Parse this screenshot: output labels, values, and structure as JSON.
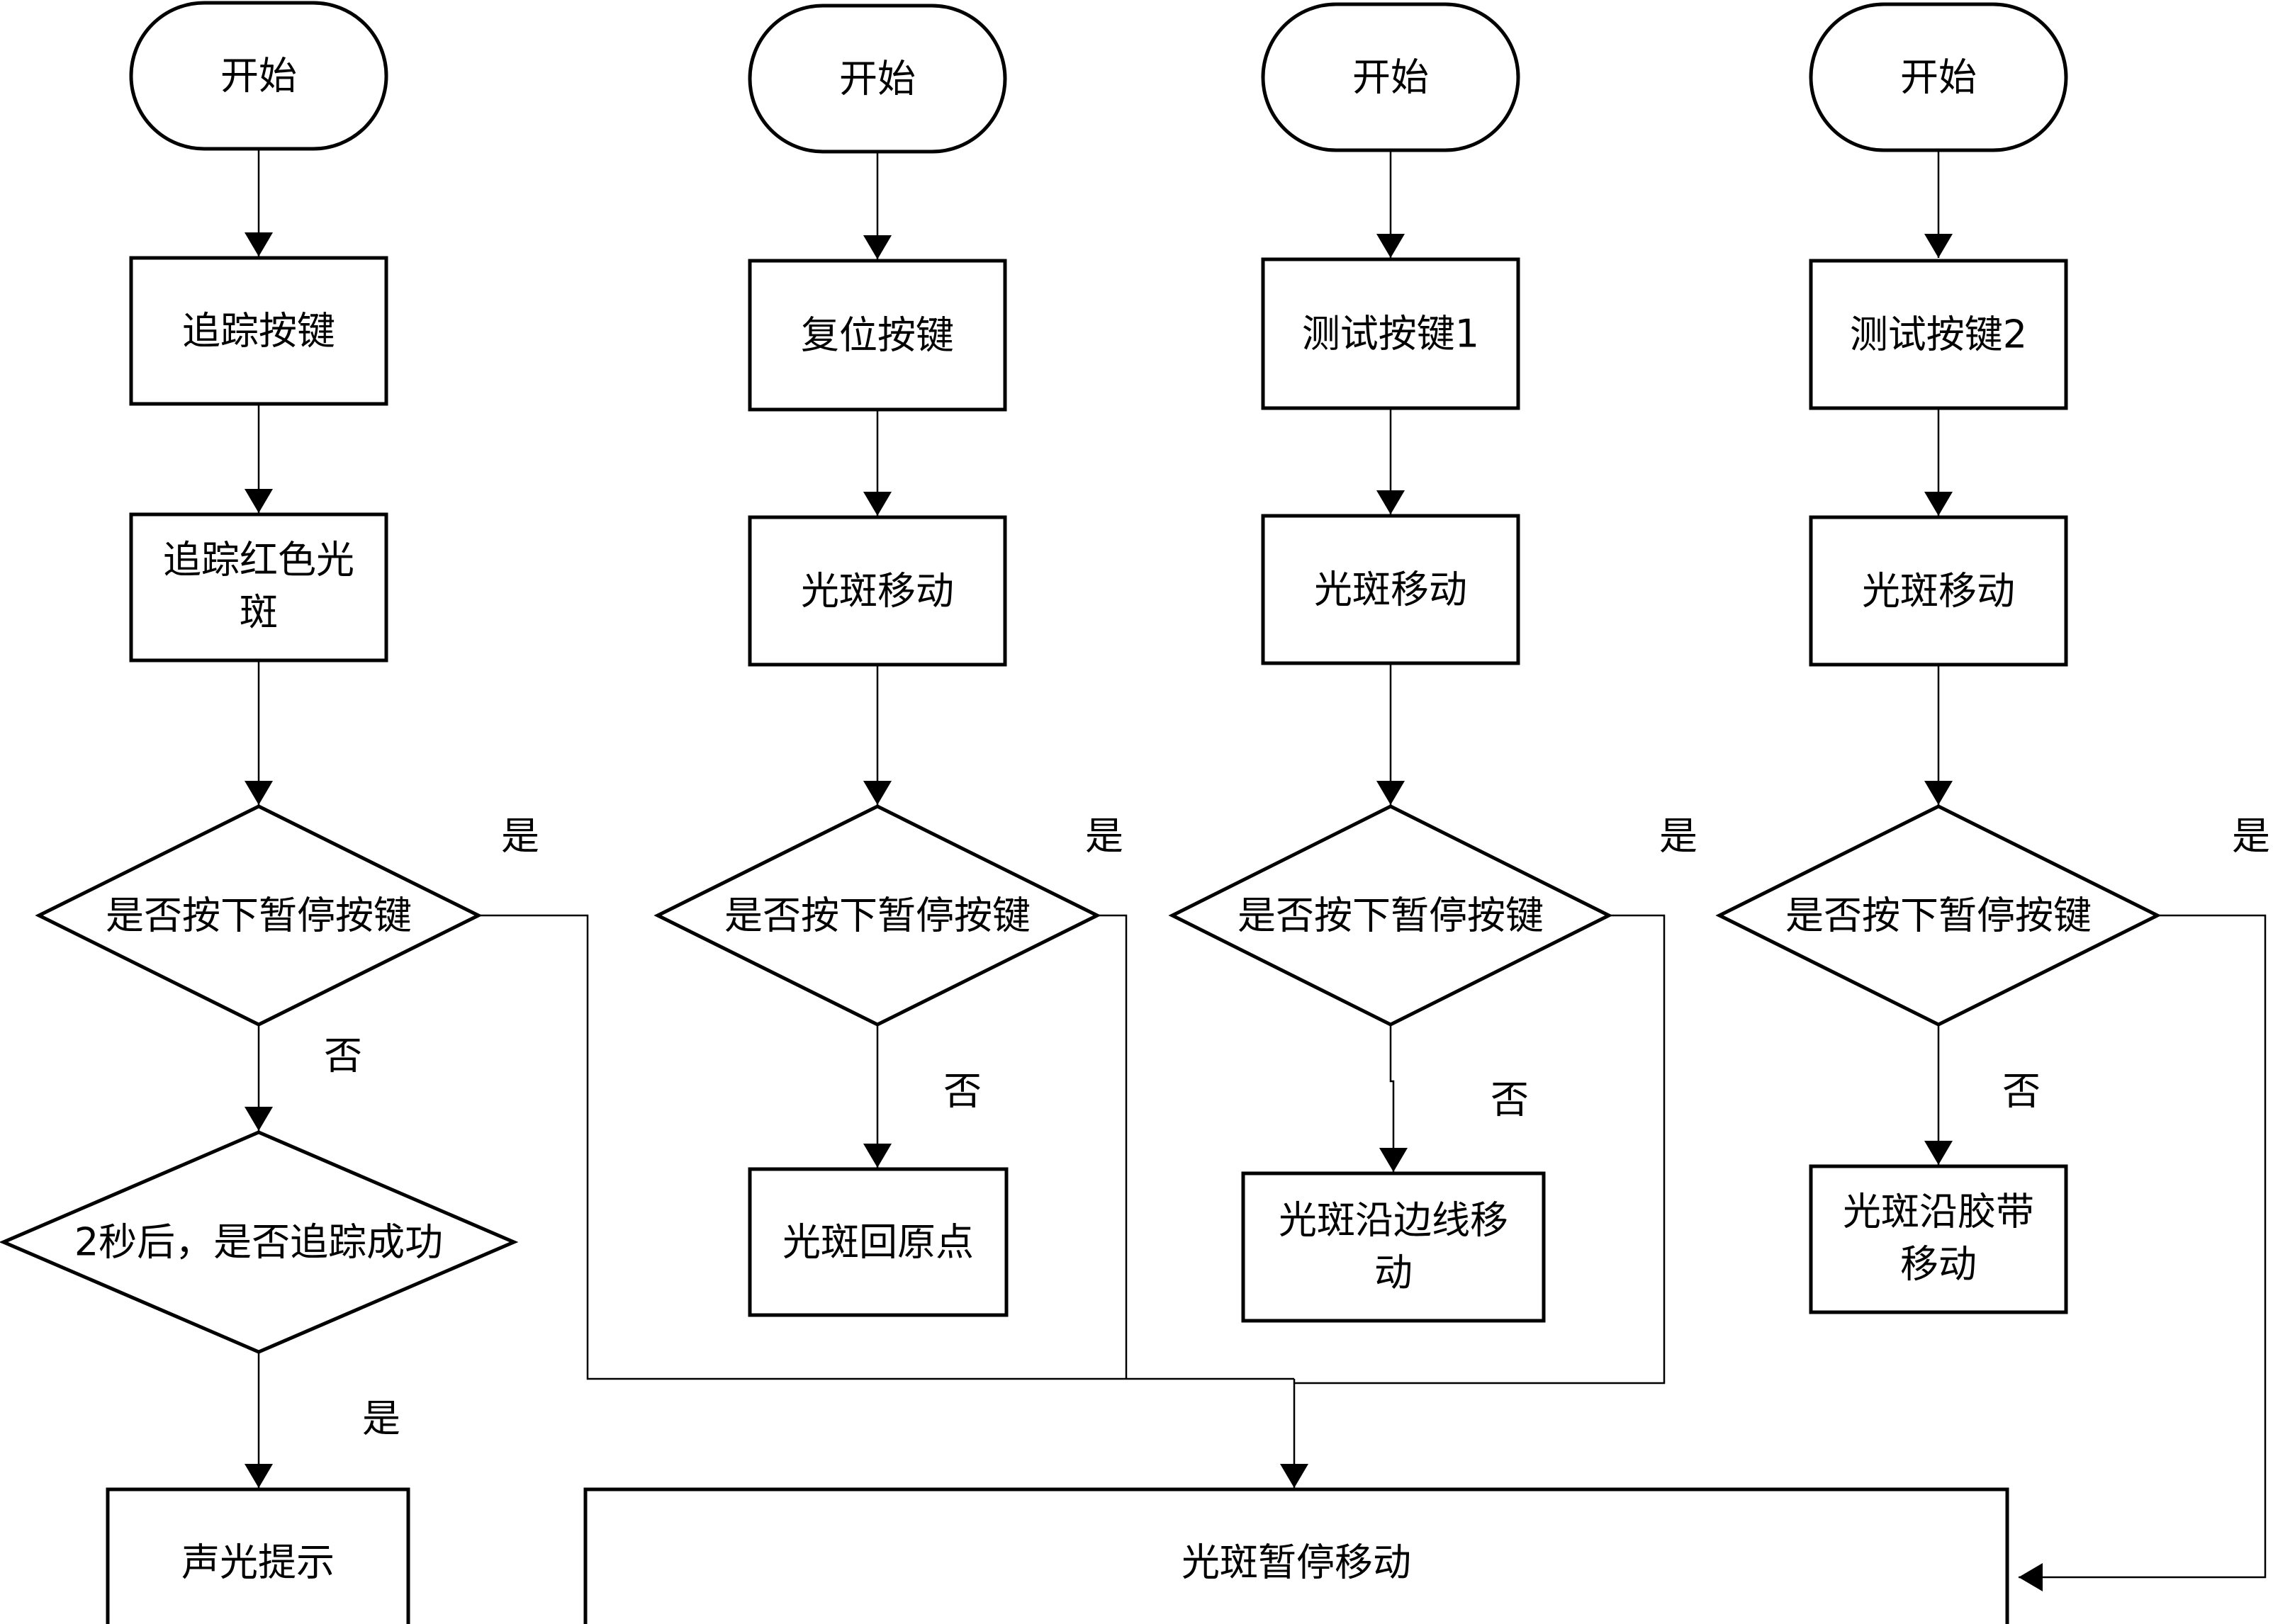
{
  "nodes": {
    "c1_start": "开始",
    "c1_track_key": "追踪按键",
    "c1_track_red": [
      "追踪红色光",
      "斑"
    ],
    "c1_pause_q": "是否按下暂停按键",
    "c1_track_ok_q": "2秒后，是否追踪成功",
    "c1_alert": "声光提示",
    "c2_start": "开始",
    "c2_reset_key": "复位按键",
    "c2_move": "光斑移动",
    "c2_pause_q": "是否按下暂停按键",
    "c2_origin": "光斑回原点",
    "c3_start": "开始",
    "c3_test1_key": "测试按键1",
    "c3_move": "光斑移动",
    "c3_pause_q": "是否按下暂停按键",
    "c3_edge": [
      "光斑沿边线移",
      "动"
    ],
    "c4_start": "开始",
    "c4_test2_key": "测试按键2",
    "c4_move": "光斑移动",
    "c4_pause_q": "是否按下暂停按键",
    "c4_tape": [
      "光斑沿胶带",
      "移动"
    ],
    "pause_move": "光斑暂停移动"
  },
  "edge_labels": {
    "c1_yes": "是",
    "c1_no": "否",
    "c1_ok_yes": "是",
    "c2_yes": "是",
    "c2_no": "否",
    "c3_yes": "是",
    "c3_no": "否",
    "c4_yes": "是",
    "c4_no": "否"
  }
}
